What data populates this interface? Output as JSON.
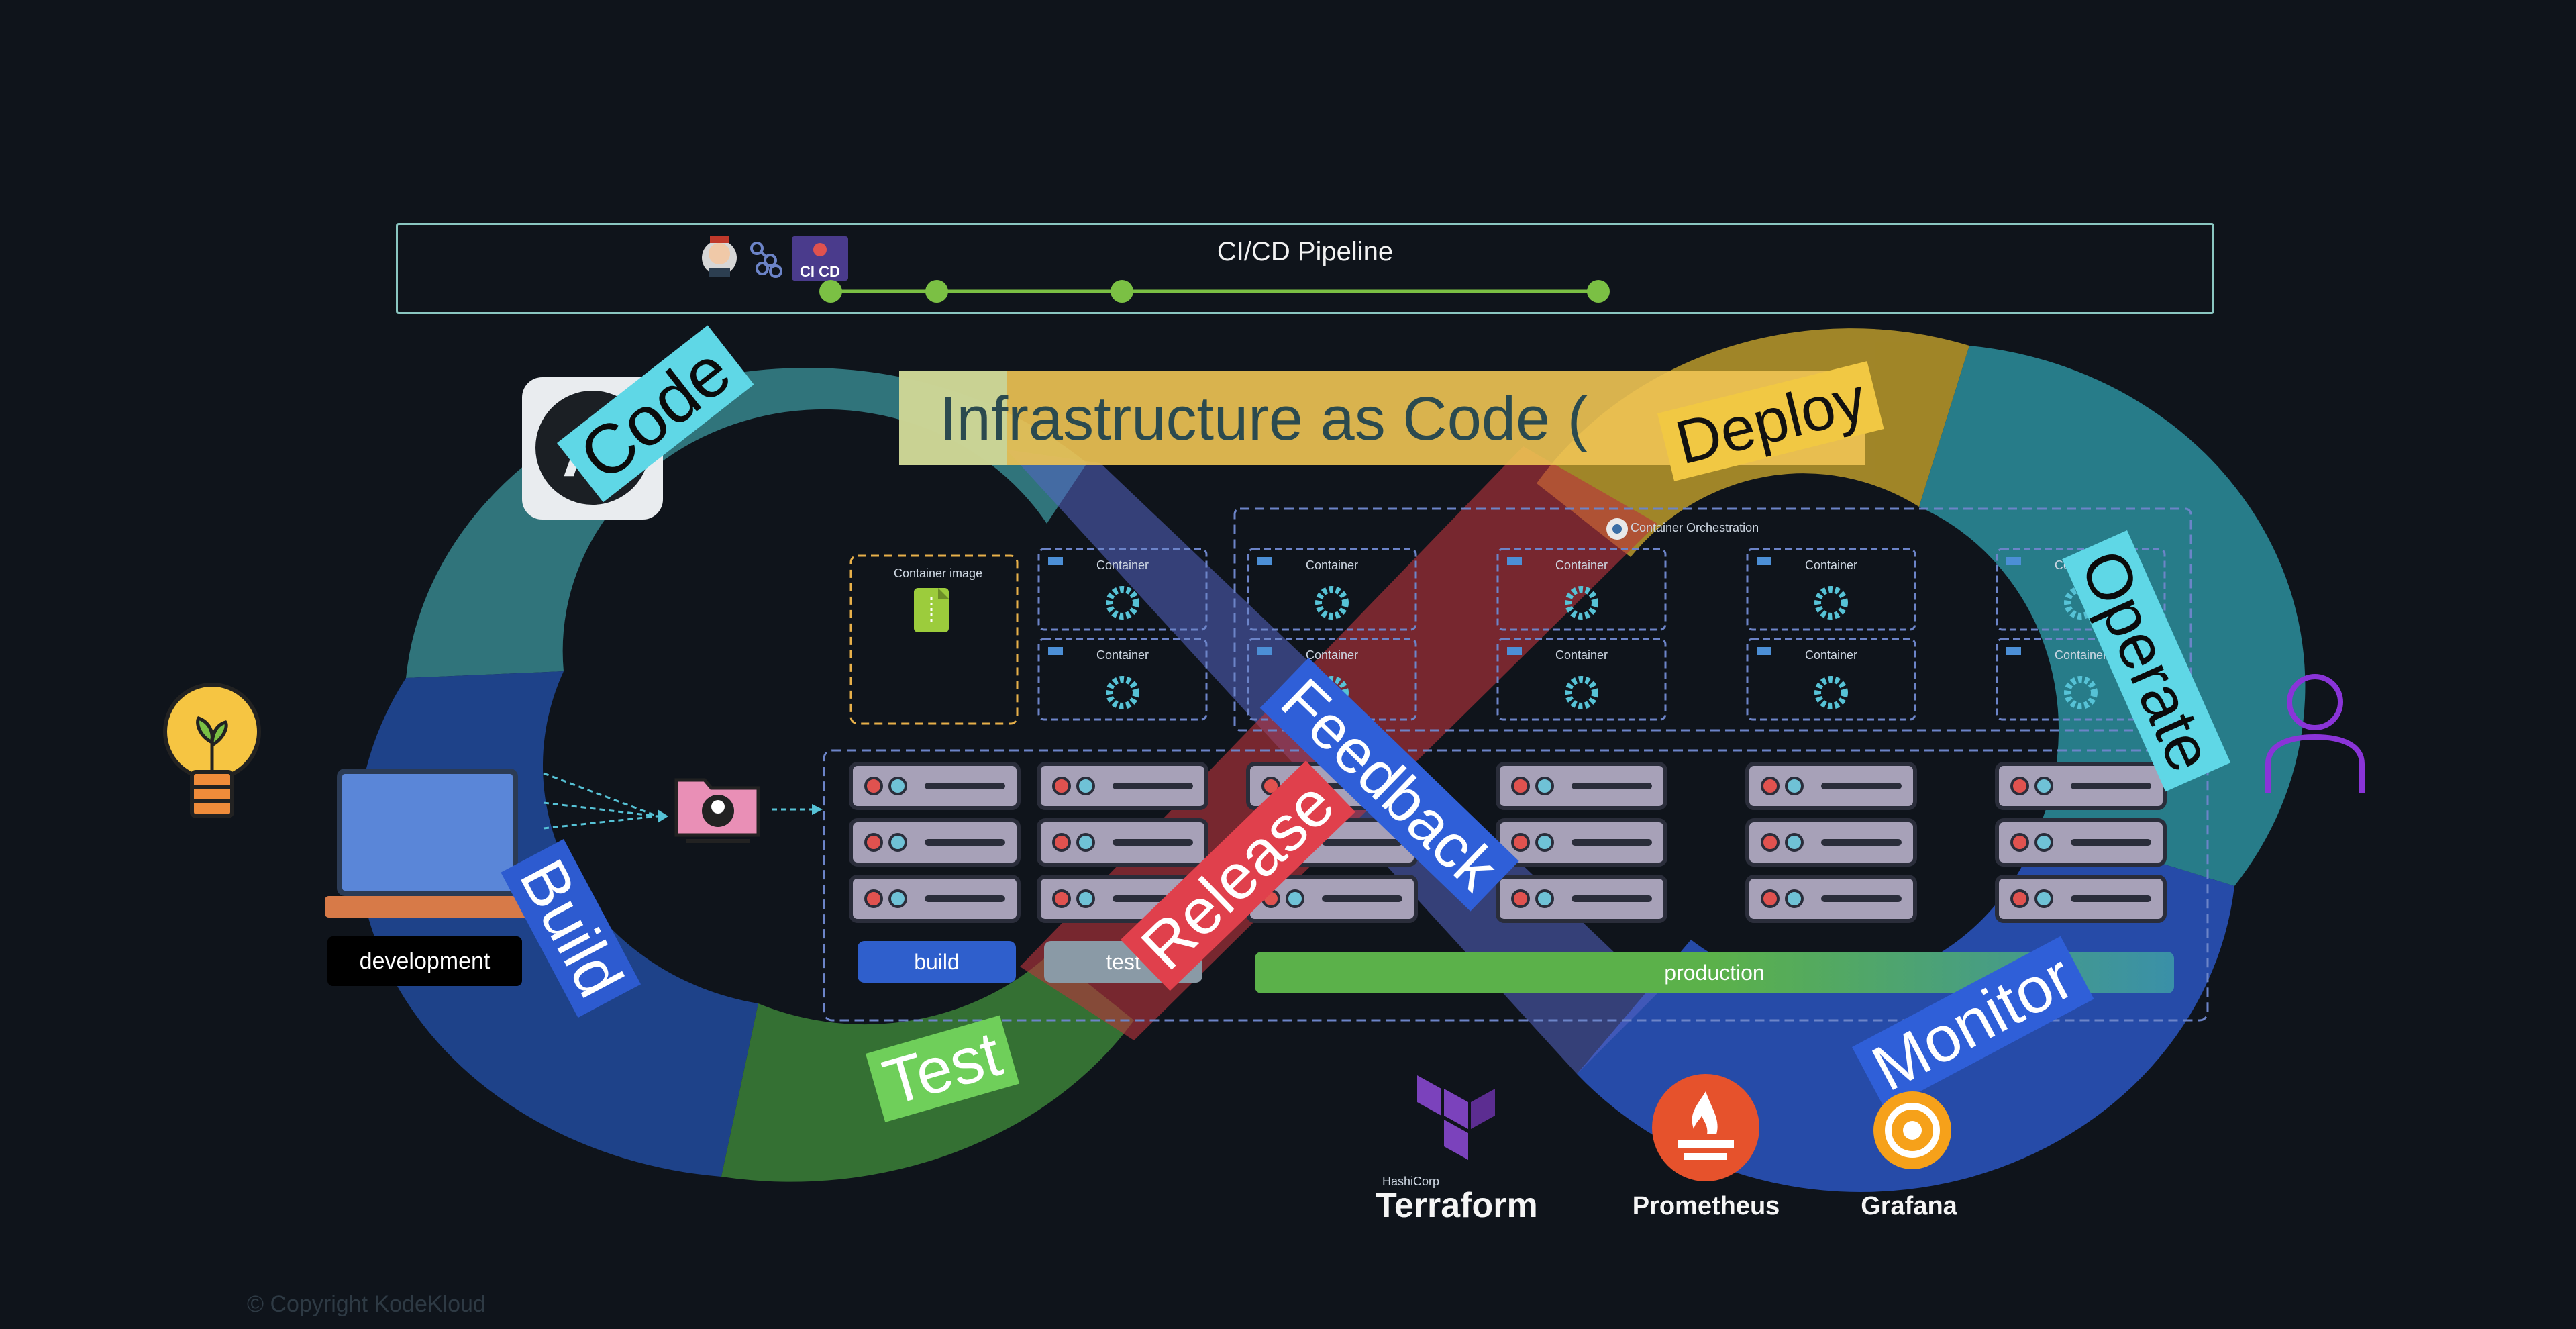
{
  "pipeline": {
    "title": "CI/CD Pipeline",
    "icons": [
      "jenkins-icon",
      "workflow-icon",
      "ci-cd-icon"
    ],
    "ci_cd_icon_text": "CI CD"
  },
  "iac_banner": "Infrastructure as Code (",
  "loop_stages": {
    "code": "Code",
    "build": "Build",
    "test": "Test",
    "release": "Release",
    "deploy": "Deploy",
    "operate": "Operate",
    "monitor": "Monitor",
    "feedback": "Feedback"
  },
  "containers": {
    "orchestration_label": "Container Orchestration",
    "image_label": "Container image",
    "container_label": "Container"
  },
  "environments": {
    "development": "development",
    "build": "build",
    "test": "test",
    "production": "production"
  },
  "tools": {
    "terraform_small": "HashiCorp",
    "terraform": "Terraform",
    "prometheus": "Prometheus",
    "grafana": "Grafana"
  },
  "copyright": "© Copyright KodeKloud",
  "colors": {
    "background": "#0f141b",
    "code": "#3a8f96",
    "build": "#2350a8",
    "test": "#3f8a3a",
    "release": "#b8333b",
    "deploy": "#c9a52b",
    "operate": "#2e9aa8",
    "monitor": "#2d5bd0",
    "feedback": "#5564c4",
    "pipeline_dot": "#7bc044",
    "iac_banner": "#f0c454"
  }
}
